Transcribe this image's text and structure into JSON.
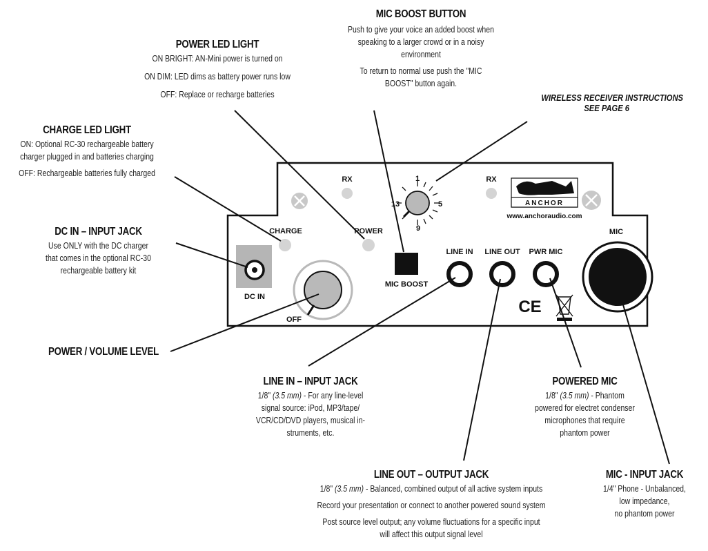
{
  "mic_boost_button": {
    "title": "MIC BOOST BUTTON",
    "line1": "Push to give your voice an added boost when",
    "line2": "speaking to a larger crowd or in a noisy",
    "line3": "environment",
    "line4": "To return to normal use push the \"MIC",
    "line5": "BOOST\" button again."
  },
  "power_led": {
    "title": "POWER LED LIGHT",
    "line1": "ON BRIGHT:  AN-Mini power is turned on",
    "line2": "ON DIM:  LED dims as battery power runs low",
    "line3": "OFF:  Replace or recharge batteries"
  },
  "wireless": {
    "line1": "WIRELESS RECEIVER INSTRUCTIONS",
    "line2": "SEE PAGE 6"
  },
  "charge_led": {
    "title": "CHARGE LED LIGHT",
    "line1": "ON:  Optional RC-30 rechargeable battery",
    "line2": "charger plugged in and batteries charging",
    "line3": "OFF:  Rechargeable batteries fully charged"
  },
  "dc_in": {
    "title": "DC IN – INPUT JACK",
    "line1": "Use ONLY with the DC charger",
    "line2": "that comes in the optional RC-30",
    "line3": "rechargeable battery kit"
  },
  "power_volume": {
    "title": "POWER / VOLUME LEVEL"
  },
  "line_in": {
    "title": "LINE IN – INPUT JACK",
    "line1a": "1/8\"",
    "line1b": "(3.5 mm)",
    "line1c": "- For any line-level",
    "line2": "signal source:  iPod, MP3/tape/",
    "line3": "VCR/CD/DVD players, musical in-",
    "line4": "struments, etc."
  },
  "powered_mic": {
    "title": "POWERED MIC",
    "line1a": "1/8\"",
    "line1b": "(3.5 mm)",
    "line1c": "- Phantom",
    "line2": "powered for electret condenser",
    "line3": "microphones that require",
    "line4": "phantom power"
  },
  "line_out": {
    "title": "LINE OUT – OUTPUT JACK",
    "line1a": "1/8\"",
    "line1b": "(3.5 mm)",
    "line1c": "- Balanced, combined output of all active system inputs",
    "line2": "Record your presentation or connect to another powered sound system",
    "line3": "Post source level output; any volume fluctuations for a specific input",
    "line4": "will affect this output signal level"
  },
  "mic_input": {
    "title": "MIC - INPUT JACK",
    "line1": "1/4\" Phone - Unbalanced,",
    "line2": "low impedance,",
    "line3": "no phantom power"
  },
  "panel": {
    "rx": "RX",
    "charge": "CHARGE",
    "power": "POWER",
    "mic_boost": "MIC BOOST",
    "line_in": "LINE IN",
    "line_out": "LINE OUT",
    "pwr_mic": "PWR MIC",
    "mic": "MIC",
    "dc_in": "DC IN",
    "off": "OFF",
    "dial_1": "1",
    "dial_5": "5",
    "dial_9": "9",
    "dial_13": "13",
    "brand": "ANCHOR",
    "url": "www.anchoraudio.com",
    "ce": "CE"
  },
  "colors": {
    "ink": "#111111",
    "led": "#d4d4d4",
    "knob": "#b9b9b9",
    "dc_bg": "#b5b5b5"
  }
}
